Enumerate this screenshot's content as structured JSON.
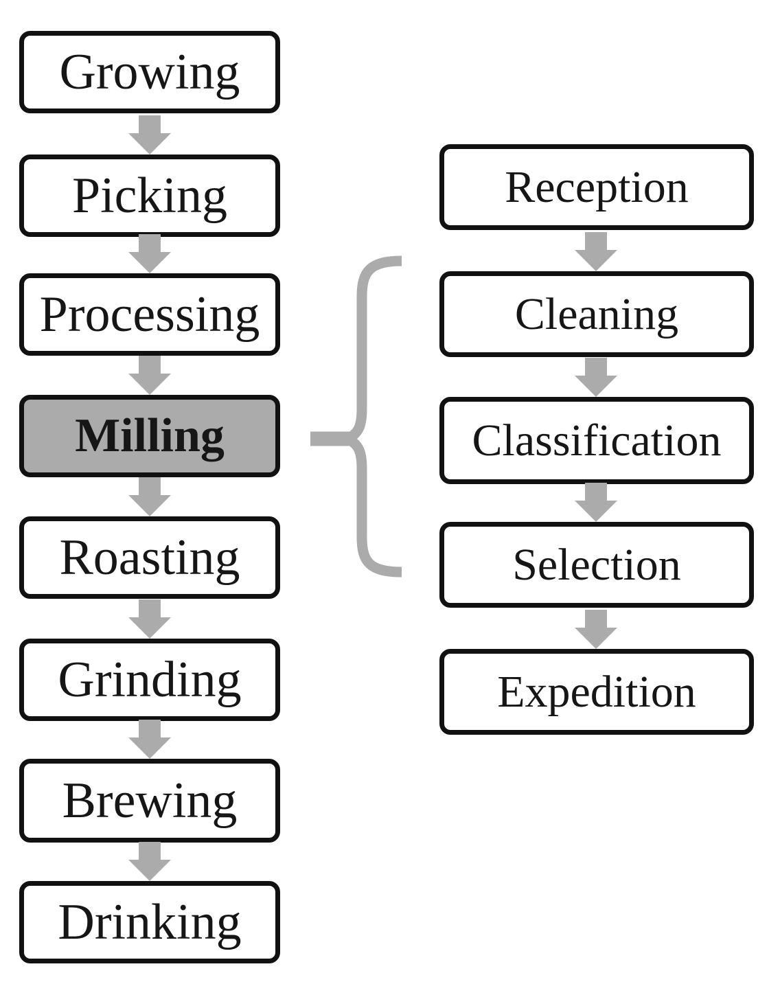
{
  "diagram": {
    "title": "coffee-process-flowchart",
    "left_column": [
      "Growing",
      "Picking",
      "Processing",
      "Milling",
      "Roasting",
      "Grinding",
      "Brewing",
      "Drinking"
    ],
    "right_column": [
      "Reception",
      "Cleaning",
      "Classification",
      "Selection",
      "Expedition"
    ],
    "highlighted_step": "Milling",
    "relationship": "Milling expands (via brace) into Reception, Cleaning, Classification, Selection, Expedition",
    "colors": {
      "gray": "#ababab",
      "box_border": "#111111",
      "box_fill": "#ffffff",
      "highlight_fill": "#ababab",
      "text": "#161616"
    }
  }
}
